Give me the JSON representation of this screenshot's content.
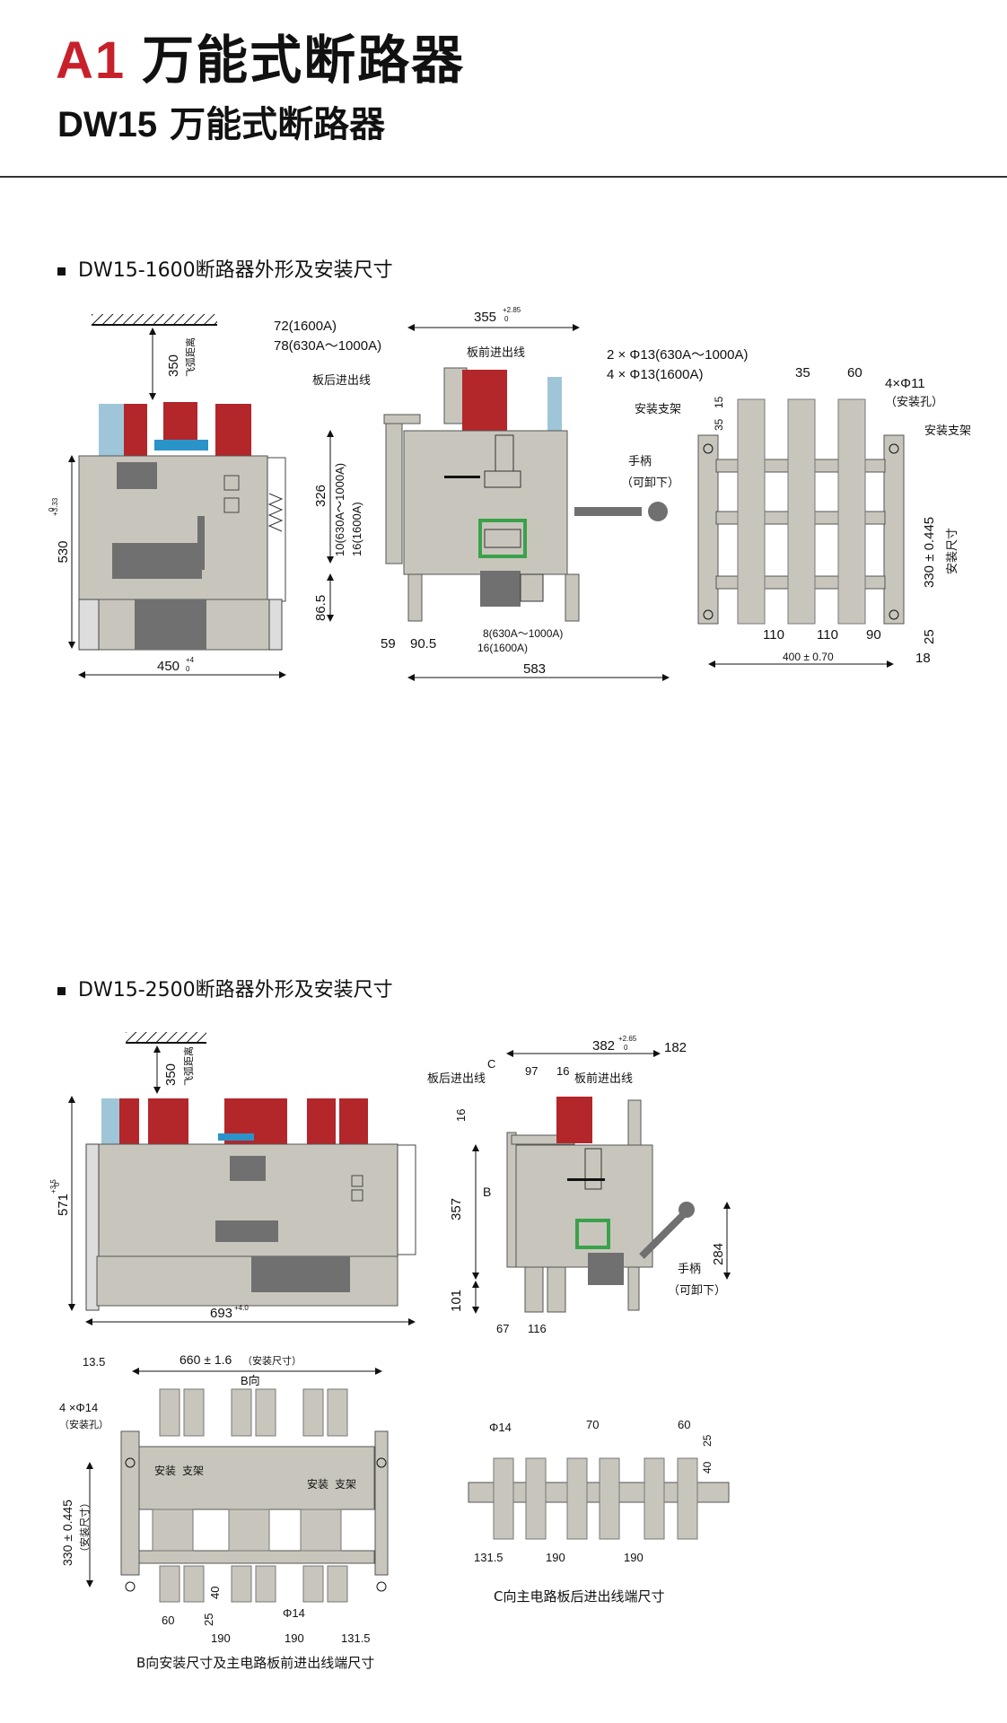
{
  "header": {
    "code": "A1",
    "title": "万能式断路器",
    "subtitle_model": "DW15",
    "subtitle_text": "万能式断路器"
  },
  "section1": {
    "title": "DW15-1600断路器外形及安装尺寸",
    "front": {
      "arc_dist": "350",
      "arc_label": "飞弧距离",
      "height": "530",
      "height_tol": "+3.33",
      "height_tol2": "0",
      "width": "450",
      "width_tol": "+4",
      "width_tol2": "0"
    },
    "side": {
      "depth": "355",
      "depth_tol": "+2.85",
      "depth_tol2": "0",
      "d72": "72(1600A)",
      "d78": "78(630A～1000A)",
      "front_terminal": "板前进出线",
      "rear_terminal": "板后进出线",
      "handle": "手柄",
      "handle_note": "（可卸下）",
      "h326": "326",
      "h10": "10(630A～1000A)",
      "h16": "16(1600A)",
      "h865": "86.5",
      "w59": "59",
      "w905": "90.5",
      "w8": "8(630A～1000A)",
      "w16": "16(1600A)",
      "w583": "583"
    },
    "mount": {
      "hole2": "2 × Φ13(630A～1000A)",
      "hole4": "4 × Φ13(1600A)",
      "d35a": "35",
      "d60": "60",
      "hole_mount": "4×Φ11",
      "hole_mount_note": "（安装孔）",
      "d15": "15",
      "d35b": "35",
      "bracket_l": "安装支架",
      "bracket_r": "安装支架",
      "h330": "330 ± 0.445",
      "h330_note": "安装尺寸",
      "d25": "25",
      "d110a": "110",
      "d110b": "110",
      "d90": "90",
      "w400": "400 ± 0.70",
      "d18": "18"
    }
  },
  "section2": {
    "title": "DW15-2500断路器外形及安装尺寸",
    "front": {
      "arc_dist": "350",
      "arc_label": "飞弧距离",
      "height": "571",
      "height_tol": "+3.5",
      "height_tol2": "0",
      "width": "693",
      "width_tol": "+4.0"
    },
    "side": {
      "c_label": "C",
      "depth": "382",
      "depth_tol": "+2.65",
      "depth_tol2": "0",
      "d182": "182",
      "d97": "97",
      "d16a": "16",
      "rear_terminal": "板后进出线",
      "front_terminal": "板前进出线",
      "d16b": "16",
      "b_label": "B",
      "h357": "357",
      "h284": "284",
      "h101": "101",
      "handle": "手柄",
      "handle_note": "（可卸下）",
      "w67": "67",
      "w116": "116"
    },
    "bview": {
      "d135": "13.5",
      "w660": "660 ± 1.6",
      "w660_note": "（安装尺寸）",
      "b_dir": "B向",
      "hole": "4 ×Φ14",
      "hole_note": "（安装孔）",
      "bracket1": "安装",
      "bracket1b": "支架",
      "bracket2": "安装",
      "bracket2b": "支架",
      "h330": "330 ± 0.445",
      "h330_note": "（安装尺寸）",
      "d40": "40",
      "d25": "25",
      "d60": "60",
      "phi14": "Φ14",
      "d190a": "190",
      "d190b": "190",
      "d1315": "131.5",
      "caption": "B向安装尺寸及主电路板前进出线端尺寸"
    },
    "cview": {
      "phi14": "Φ14",
      "d70": "70",
      "d60": "60",
      "d25": "25",
      "d40": "40",
      "d1315": "131.5",
      "d190a": "190",
      "d190b": "190",
      "caption": "C向主电路板后进出线端尺寸"
    }
  },
  "colors": {
    "accent_red": "#c8202a",
    "body_gray": "#c8c6bc",
    "dark_gray": "#707070",
    "terminal_red": "#b3262a",
    "terminal_blue": "#9fc6d8",
    "button_blue": "#2a93c8",
    "coil_green": "#3aa24a"
  }
}
